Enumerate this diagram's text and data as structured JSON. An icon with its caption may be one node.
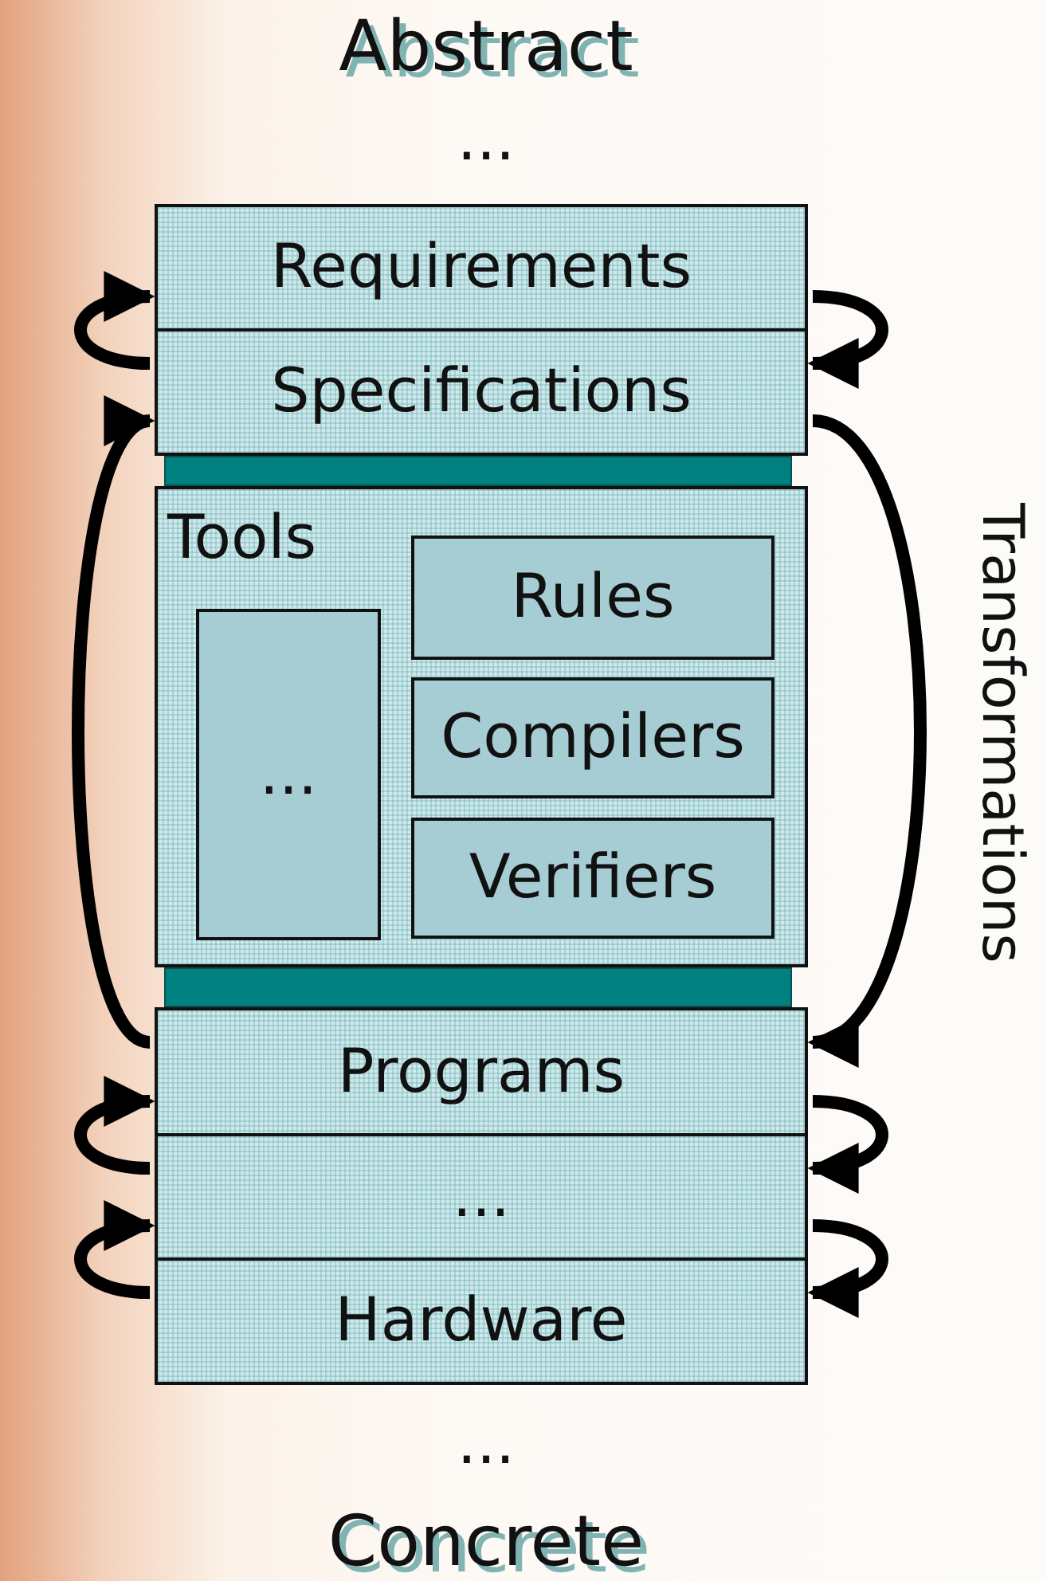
{
  "diagram": {
    "nodes": [
      {
        "text": [
          "Requirements"
        ]
      },
      {
        "text": [
          "Specifications"
        ]
      },
      {
        "text": [],
        "shape": "bar"
      },
      {
        "text": [
          "Tools"
        ]
      },
      {
        "text": [
          "..."
        ],
        "in": 3
      },
      {
        "text": [
          "Rules"
        ],
        "in": 3
      },
      {
        "text": [
          "Compilers"
        ],
        "in": 3
      },
      {
        "text": [
          "Verifiers"
        ],
        "in": 3
      },
      {
        "text": [],
        "shape": "bar"
      },
      {
        "text": [
          "Programs"
        ]
      },
      {
        "text": [
          "..."
        ]
      },
      {
        "text": [
          "Hardware"
        ]
      }
    ],
    "edges": [
      {
        "from": 1,
        "to": 0,
        "arrow": "to"
      },
      {
        "from": 9,
        "to": 1,
        "arrow": "to"
      },
      {
        "from": 10,
        "to": 9,
        "arrow": "to"
      },
      {
        "from": 11,
        "to": 10,
        "arrow": "to"
      },
      {
        "from": 0,
        "to": 1,
        "arrow": "to"
      },
      {
        "from": 1,
        "to": 9,
        "arrow": "to"
      },
      {
        "from": 9,
        "to": 10,
        "arrow": "to"
      },
      {
        "from": 10,
        "to": 11,
        "arrow": "to"
      }
    ],
    "labels": [
      "Abstract",
      "...",
      "Transformations",
      "...",
      "Concrete"
    ]
  }
}
